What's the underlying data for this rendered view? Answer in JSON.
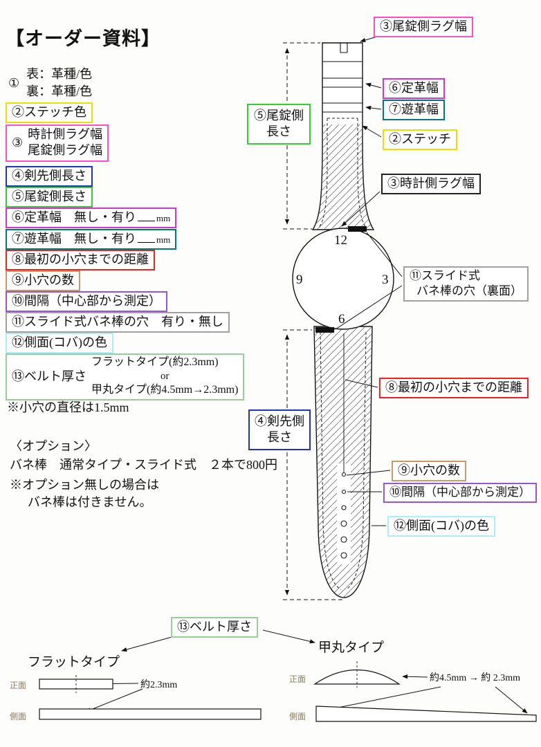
{
  "title": "【オーダー資料】",
  "colors": {
    "yellow": "#e8e000",
    "pink": "#ff4fc8",
    "magenta": "#d633d6",
    "blue": "#2233bb",
    "green": "#33cc33",
    "teal": "#007878",
    "red": "#ee2222",
    "tan": "#c49a6c",
    "purple": "#9955cc",
    "gray": "#a0a0a0",
    "cyan": "#a8eeff",
    "lightgreen": "#99cc99",
    "black": "#222222",
    "view_label": "#8a7a62"
  },
  "spec_list": {
    "i1": {
      "num": "①",
      "line1": "表：革種/色",
      "line2": "裏：革種/色"
    },
    "i2": {
      "label": "②ステッチ色"
    },
    "i3": {
      "num": "③",
      "line1": "時計側ラグ幅",
      "line2": "尾錠側ラグ幅"
    },
    "i4": {
      "label": "④剣先側長さ"
    },
    "i5": {
      "label": "⑤尾錠側長さ"
    },
    "i6": {
      "label": "⑥定革幅　無し・有り",
      "unit": "mm"
    },
    "i7": {
      "label": "⑦遊革幅　無し・有り",
      "unit": "mm"
    },
    "i8": {
      "label": "⑧最初の小穴までの距離"
    },
    "i9": {
      "label": "⑨小穴の数"
    },
    "i10": {
      "label": "⑩間隔（中心部から測定）"
    },
    "i11": {
      "label": "⑪スライド式バネ棒の穴　有り・無し"
    },
    "i12": {
      "label": "⑫側面(コバ)の色"
    },
    "i13": {
      "num": "⑬ベルト厚さ",
      "line1": "フラットタイプ(約2.3mm)",
      "or": "or",
      "line2": "甲丸タイプ(約4.5mm→2.3mm)"
    }
  },
  "notes": {
    "hole_diameter": "※小穴の直径は1.5mm",
    "option_title": "〈オプション〉",
    "option_price": "バネ棒　通常タイプ・スライド式　２本で800円",
    "option_note1": "※オプション無しの場合は",
    "option_note2": "バネ棒は付きません。"
  },
  "diagram": {
    "buckle_lug_width": "③尾錠側ラグ幅",
    "fixed_keeper": "⑥定革幅",
    "loose_keeper": "⑦遊革幅",
    "buckle_side_1": "⑤尾錠側",
    "buckle_side_2": "長さ",
    "stitch": "②ステッチ",
    "watch_lug_width": "③時計側ラグ幅",
    "slide_hole_1": "⑪スライド式",
    "slide_hole_2": "バネ棒の穴（裏面）",
    "first_hole": "⑧最初の小穴までの距離",
    "tip_side_1": "④剣先側",
    "tip_side_2": "長さ",
    "hole_count": "⑨小穴の数",
    "interval": "⑩間隔（中心部から測定）",
    "edge_color": "⑫側面(コバ)の色",
    "watch": {
      "n12": "12",
      "n3": "3",
      "n6": "6",
      "n9": "9"
    }
  },
  "bottom": {
    "thickness": "⑬ベルト厚さ",
    "flat_title": "フラットタイプ",
    "round_title": "甲丸タイプ",
    "front": "正面",
    "side": "側面",
    "flat_value": "約2.3mm",
    "round_value": "約4.5mm → 約 2.3mm"
  }
}
